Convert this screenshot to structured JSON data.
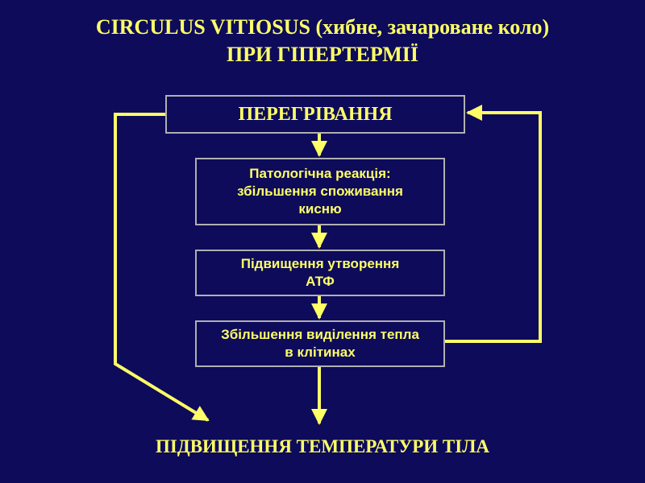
{
  "title": {
    "line1": "CIRCULUS VITIOSUS (хибне, зачароване коло)",
    "line2": "ПРИ ГІПЕРТЕРМІЇ"
  },
  "nodes": {
    "overheating": "ПЕРЕГРІВАННЯ",
    "reaction": [
      "Патологічна реакція:",
      "збільшення споживання",
      "кисню"
    ],
    "atp": [
      "Підвищення утворення",
      "АТФ"
    ],
    "heat": [
      "Збільшення виділення тепла",
      "в клітинах"
    ],
    "result": "ПІДВИЩЕННЯ ТЕМПЕРАТУРИ ТІЛА"
  },
  "colors": {
    "background": "#0d0b5a",
    "text": "#ffff66",
    "arrow": "#ffff66",
    "box_border": "#b0b0b0"
  }
}
